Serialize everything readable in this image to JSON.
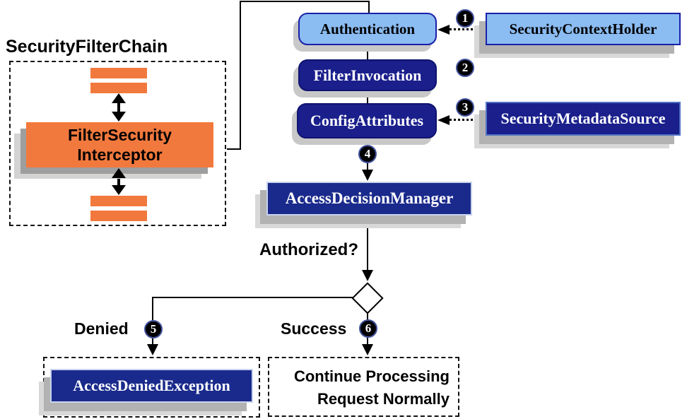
{
  "filter_chain": {
    "title": "SecurityFilterChain",
    "interceptor_line1": "FilterSecurity",
    "interceptor_line2": "Interceptor"
  },
  "flow": {
    "authentication": "Authentication",
    "filter_invocation": "FilterInvocation",
    "config_attributes": "ConfigAttributes",
    "access_decision_manager": "AccessDecisionManager",
    "authorized_question": "Authorized?",
    "denied_label": "Denied",
    "success_label": "Success",
    "access_denied_exception": "AccessDeniedException",
    "continue_line1": "Continue Processing",
    "continue_line2": "Request Normally"
  },
  "sources": {
    "security_context_holder": "SecurityContextHolder",
    "security_metadata_source": "SecurityMetadataSource"
  },
  "badges": [
    "1",
    "2",
    "3",
    "4",
    "5",
    "6"
  ],
  "colors": {
    "navy": "#1a1f8c",
    "light_blue": "#8bbcf2",
    "orange": "#f2793d",
    "shadow_gray": "#b2b2b2",
    "line_black": "#000000",
    "background": "#ffffff"
  }
}
